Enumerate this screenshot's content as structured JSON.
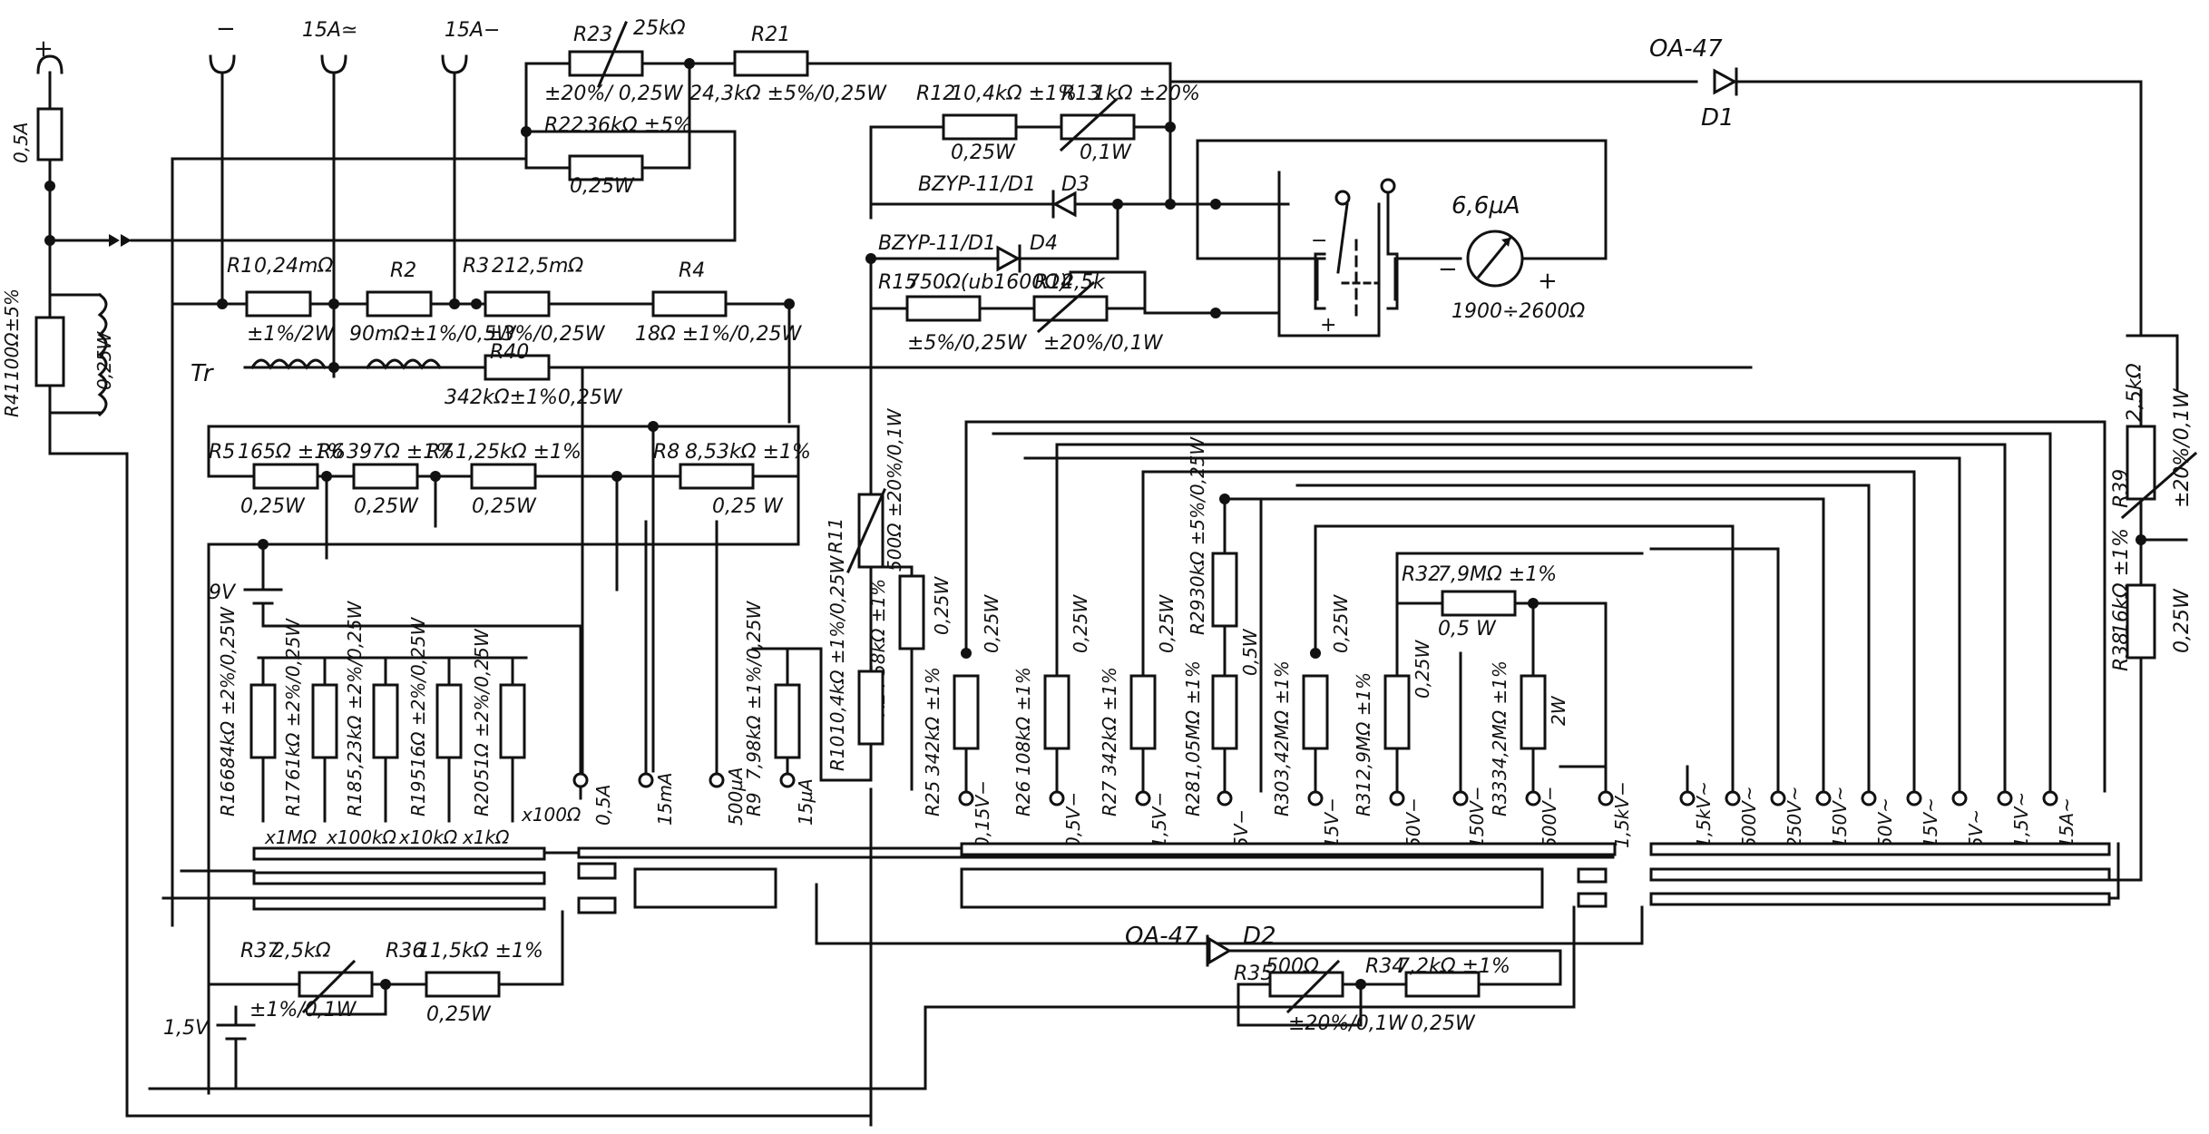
{
  "terminals": {
    "plus": "+",
    "minus": "−",
    "ac15": "15A≃",
    "dc15": "15A−"
  },
  "fuse": {
    "name": "0,5A"
  },
  "transformer": {
    "name": "Tr"
  },
  "resistors": {
    "r1": {
      "name": "R1",
      "value": "0,24mΩ",
      "spec": "±1%/2W"
    },
    "r2": {
      "name": "R2",
      "spec": "90mΩ±1%/0,5W"
    },
    "r3": {
      "name": "R3",
      "value": "212,5mΩ",
      "spec": "±3%/0,25W"
    },
    "r4": {
      "name": "R4",
      "spec": "18Ω ±1%/0,25W"
    },
    "r40": {
      "name": "R40",
      "spec": "342kΩ±1%0,25W"
    },
    "r41": {
      "name": "R41",
      "value": "100Ω±5%",
      "spec": "0,25W"
    },
    "r5": {
      "name": "R5",
      "value": "165Ω ±1%",
      "spec": "0,25W"
    },
    "r6": {
      "name": "R6",
      "value": "397Ω ±1%",
      "spec": "0,25W"
    },
    "r7": {
      "name": "R7",
      "value": "1,25kΩ ±1%",
      "spec": "0,25W"
    },
    "r8": {
      "name": "R8",
      "value": "8,53kΩ ±1%",
      "spec": "0,25 W"
    },
    "r12": {
      "name": "R12",
      "value": "10,4kΩ ±1%",
      "spec": "0,25W"
    },
    "r13": {
      "name": "R13",
      "value": "1kΩ ±20%",
      "spec": "0,1W"
    },
    "r14": {
      "name": "R14",
      "value": "2,5k",
      "spec": "±20%/0,1W"
    },
    "r15": {
      "name": "R15",
      "value": "750Ω(ub1600Ω)",
      "spec": "±5%/0,25W"
    },
    "r21": {
      "name": "R21",
      "spec": "24,3kΩ ±5%/0,25W"
    },
    "r22": {
      "name": "R22",
      "value": "36kΩ ±5%",
      "spec": "0,25W"
    },
    "r23": {
      "name": "R23",
      "value": "25kΩ",
      "spec": "±20%/ 0,25W"
    },
    "r11": {
      "name": "R11",
      "spec": "500Ω ±20%/0,1W"
    },
    "r24": {
      "name": "R24",
      "value": "58kΩ ±1%",
      "spec": "0,25W"
    },
    "r10": {
      "name": "R10",
      "spec": "10,4kΩ ±1%/0,25W"
    },
    "r9": {
      "name": "R9",
      "spec": "7,98kΩ ±1%/0,25W"
    },
    "r16": {
      "name": "R16",
      "spec": "684kΩ ±2%/0,25W"
    },
    "r17": {
      "name": "R17",
      "spec": "61kΩ ±2%/0,25W"
    },
    "r18": {
      "name": "R18",
      "spec": "5,23kΩ ±2%/0,25W"
    },
    "r19": {
      "name": "R19",
      "spec": "516Ω ±2%/0,25W"
    },
    "r20": {
      "name": "R20",
      "spec": "51Ω ±2%/0,25W"
    },
    "r25": {
      "name": "R25",
      "value": "342kΩ ±1%",
      "spec": "0,25W"
    },
    "r26": {
      "name": "R26",
      "value": "108kΩ ±1%",
      "spec": "0,25W"
    },
    "r27": {
      "name": "R27",
      "value": "342kΩ ±1%",
      "spec": "0,25W"
    },
    "r28": {
      "name": "R28",
      "value": "1,05MΩ ±1%",
      "spec": "0,5W"
    },
    "r29": {
      "name": "R29",
      "spec": "30kΩ ±5%/0,25W"
    },
    "r30": {
      "name": "R30",
      "value": "3,42MΩ ±1%",
      "spec": "0,25W"
    },
    "r31": {
      "name": "R31",
      "value": "2,9MΩ ±1%",
      "spec": "0,25W"
    },
    "r32": {
      "name": "R32",
      "value": "7,9MΩ ±1%",
      "spec": "0,5 W"
    },
    "r33": {
      "name": "R33",
      "value": "34,2MΩ ±1%",
      "spec": "2W"
    },
    "r39": {
      "name": "R39",
      "value": "2,5kΩ",
      "spec": "±20%/0,1W"
    },
    "r38": {
      "name": "R38",
      "value": "16kΩ ±1%",
      "spec": "0,25W"
    },
    "r37": {
      "name": "R37",
      "value": "2,5kΩ",
      "spec": "±1%/0,1W"
    },
    "r36": {
      "name": "R36",
      "value": "11,5kΩ ±1%",
      "spec": "0,25W"
    },
    "r35": {
      "name": "R35",
      "value": "500Ω",
      "spec": "±20%/0,1W"
    },
    "r34": {
      "name": "R34",
      "value": "7,2kΩ ±1%",
      "spec": "0,25W"
    }
  },
  "diodes": {
    "d1": {
      "type": "OA-47",
      "name": "D1"
    },
    "d2": {
      "type": "OA-47",
      "name": "D2"
    },
    "d3": {
      "type": "BZYP-11/D1",
      "name": "D3"
    },
    "d4": {
      "type": "BZYP-11/D1",
      "name": "D4"
    }
  },
  "meter": {
    "current": "6,6µA",
    "resistance": "1900÷2600Ω",
    "plus": "+",
    "minus": "−"
  },
  "batteries": {
    "b9": "9V",
    "b15": "1,5V"
  },
  "ohm_ranges": [
    "x1MΩ",
    "x100kΩ",
    "x10kΩ",
    "x1kΩ",
    "x100Ω"
  ],
  "current_ranges": [
    "0,5A",
    "15mA",
    "500µA",
    "15µA"
  ],
  "dc_voltage_ranges": [
    "0,15V−",
    "0,5V−",
    "1,5V−",
    "5V−",
    "15V−",
    "50V−",
    "150V−",
    "500V−",
    "1,5kV−"
  ],
  "ac_ranges": [
    "1,5kV~",
    "500V~",
    "250V~",
    "150V~",
    "50V~",
    "15V~",
    "5V~",
    "1,5V~",
    "15A~"
  ]
}
